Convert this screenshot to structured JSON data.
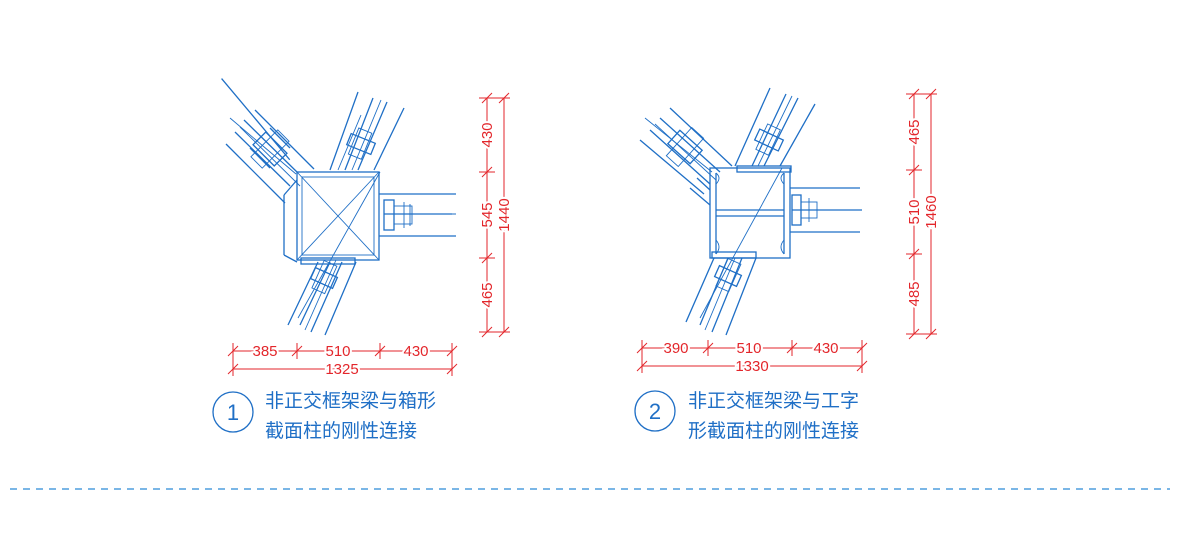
{
  "details": [
    {
      "number": "1",
      "caption_line1": "非正交框架梁与箱形",
      "caption_line2": "截面柱的刚性连接",
      "horizontal_dims": {
        "left": "385",
        "middle": "510",
        "right": "430",
        "total": "1325"
      },
      "vertical_dims": {
        "top": "430",
        "middle": "545",
        "bottom": "465",
        "total": "1440"
      }
    },
    {
      "number": "2",
      "caption_line1": "非正交框架梁与工字",
      "caption_line2": "形截面柱的刚性连接",
      "horizontal_dims": {
        "left": "390",
        "middle": "510",
        "right": "430",
        "total": "1330"
      },
      "vertical_dims": {
        "top": "465",
        "middle": "510",
        "bottom": "485",
        "total": "1460"
      }
    }
  ],
  "colors": {
    "drawing": "#1f6fc6",
    "dimension": "#e3262b",
    "divider": "#2b8ad8"
  }
}
